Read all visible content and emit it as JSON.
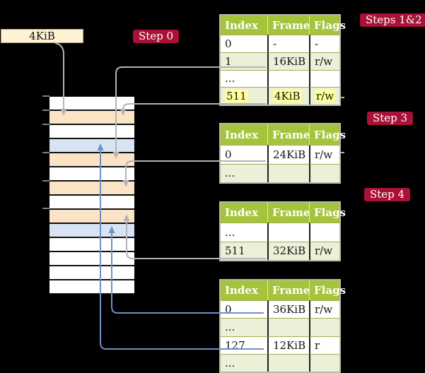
{
  "labels": {
    "frame_size": "4KiB",
    "step0": "Step 0",
    "steps12": "Steps 1&2",
    "step3": "Step 3",
    "step4": "Step 4"
  },
  "memory": {
    "row_colors": [
      "white",
      "orange",
      "white",
      "blue",
      "orange",
      "white",
      "orange",
      "white",
      "orange",
      "blue",
      "white",
      "white",
      "white",
      "white"
    ]
  },
  "tables": [
    {
      "name": "page-table-steps-1-2",
      "header": [
        "Index",
        "Frame",
        "Flags"
      ],
      "rows": [
        {
          "cells": [
            "0",
            "-",
            "-"
          ],
          "shade": false,
          "highlight": false
        },
        {
          "cells": [
            "1",
            "16KiB",
            "r/w"
          ],
          "shade": true,
          "highlight": false
        },
        {
          "cells": [
            "...",
            "",
            ""
          ],
          "shade": false,
          "highlight": false
        },
        {
          "cells": [
            "511",
            "4KiB",
            "r/w"
          ],
          "shade": true,
          "highlight": true
        }
      ]
    },
    {
      "name": "page-table-step-3",
      "header": [
        "Index",
        "Frame",
        "Flags"
      ],
      "rows": [
        {
          "cells": [
            "0",
            "24KiB",
            "r/w"
          ],
          "shade": false,
          "highlight": false
        },
        {
          "cells": [
            "...",
            "",
            ""
          ],
          "shade": true,
          "highlight": false
        }
      ]
    },
    {
      "name": "page-table-step-4a",
      "header": [
        "Index",
        "Frame",
        "Flags"
      ],
      "rows": [
        {
          "cells": [
            "...",
            "",
            ""
          ],
          "shade": false,
          "highlight": false
        },
        {
          "cells": [
            "511",
            "32KiB",
            "r/w"
          ],
          "shade": true,
          "highlight": false
        }
      ]
    },
    {
      "name": "page-table-step-4b",
      "header": [
        "Index",
        "Frame",
        "Flags"
      ],
      "rows": [
        {
          "cells": [
            "0",
            "36KiB",
            "r/w"
          ],
          "shade": false,
          "highlight": false
        },
        {
          "cells": [
            "...",
            "",
            ""
          ],
          "shade": true,
          "highlight": false
        },
        {
          "cells": [
            "127",
            "12KiB",
            "r"
          ],
          "shade": false,
          "highlight": false
        },
        {
          "cells": [
            "...",
            "",
            ""
          ],
          "shade": true,
          "highlight": false
        }
      ]
    }
  ],
  "colors": {
    "accent_red": "#a91136",
    "header_green": "#a5c43c",
    "row_green": "#ebf1d8",
    "highlight_yellow": "#ffff9b",
    "frame_orange": "#fbe3c5",
    "frame_blue": "#d8e4f4",
    "frame_size_bg": "#fdf2d2",
    "connector_grey": "#b4b4b8",
    "connector_blue": "#7090c2"
  }
}
